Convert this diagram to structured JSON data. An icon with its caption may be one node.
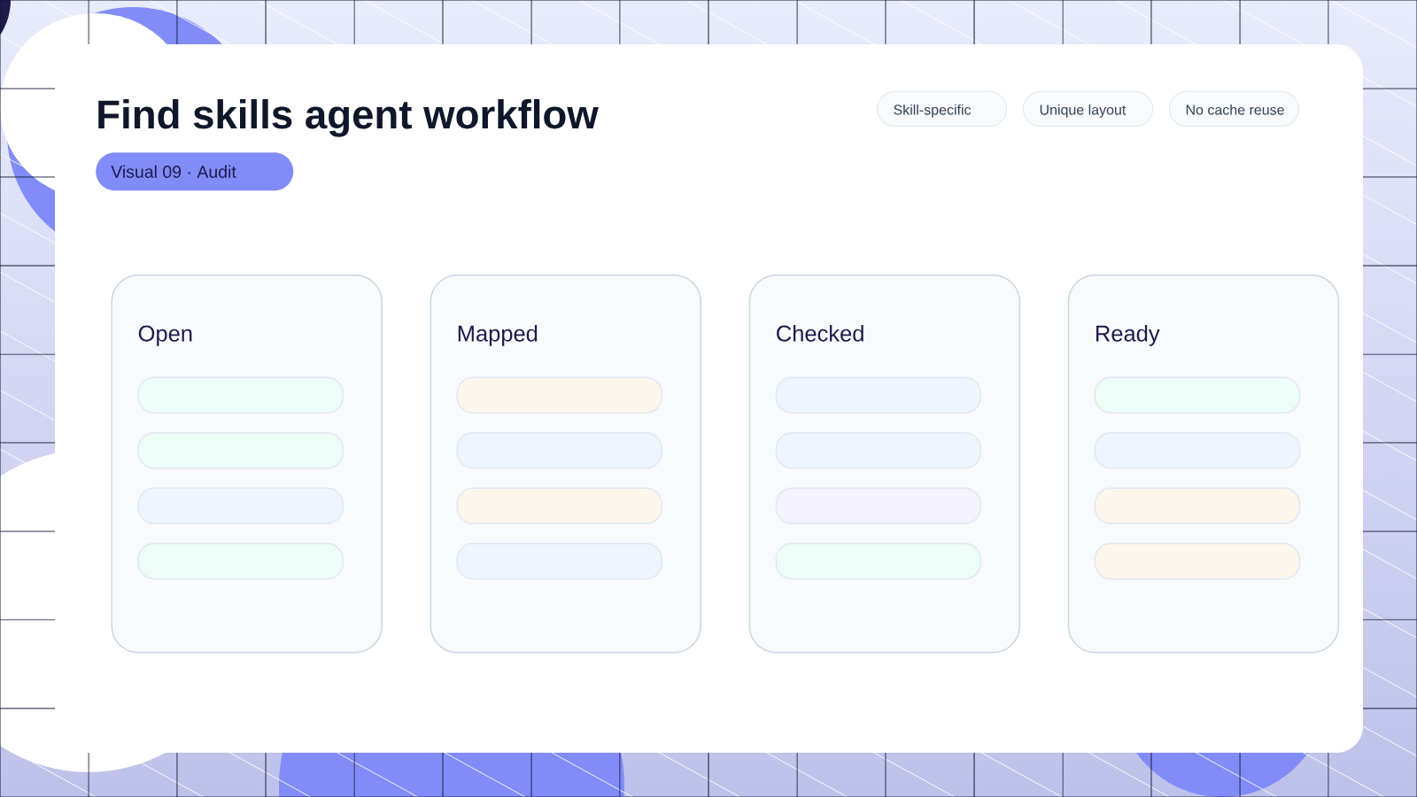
{
  "diagram": {
    "title": "Find skills agent workflow",
    "nodes": [
      {
        "text": [
          "Visual 09 · Audit"
        ]
      },
      {
        "text": [
          "Skill-specific"
        ]
      },
      {
        "text": [
          "Unique layout"
        ]
      },
      {
        "text": [
          "No cache reuse"
        ]
      },
      {
        "text": [
          "Open"
        ]
      },
      {
        "text": [],
        "shape": "bar",
        "in": 4
      },
      {
        "text": [],
        "shape": "bar",
        "in": 4
      },
      {
        "text": [],
        "shape": "bar",
        "in": 4
      },
      {
        "text": [],
        "shape": "bar",
        "in": 4
      },
      {
        "text": [
          "Mapped"
        ]
      },
      {
        "text": [],
        "shape": "bar",
        "in": 9
      },
      {
        "text": [],
        "shape": "bar",
        "in": 9
      },
      {
        "text": [],
        "shape": "bar",
        "in": 9
      },
      {
        "text": [],
        "shape": "bar",
        "in": 9
      },
      {
        "text": [
          "Checked"
        ]
      },
      {
        "text": [],
        "shape": "bar",
        "in": 14
      },
      {
        "text": [],
        "shape": "bar",
        "in": 14
      },
      {
        "text": [],
        "shape": "bar",
        "in": 14
      },
      {
        "text": [],
        "shape": "bar",
        "in": 14
      },
      {
        "text": [
          "Ready"
        ]
      },
      {
        "text": [],
        "shape": "bar",
        "in": 19
      },
      {
        "text": [],
        "shape": "bar",
        "in": 19
      },
      {
        "text": [],
        "shape": "bar",
        "in": 19
      },
      {
        "text": [],
        "shape": "bar",
        "in": 19
      }
    ]
  }
}
